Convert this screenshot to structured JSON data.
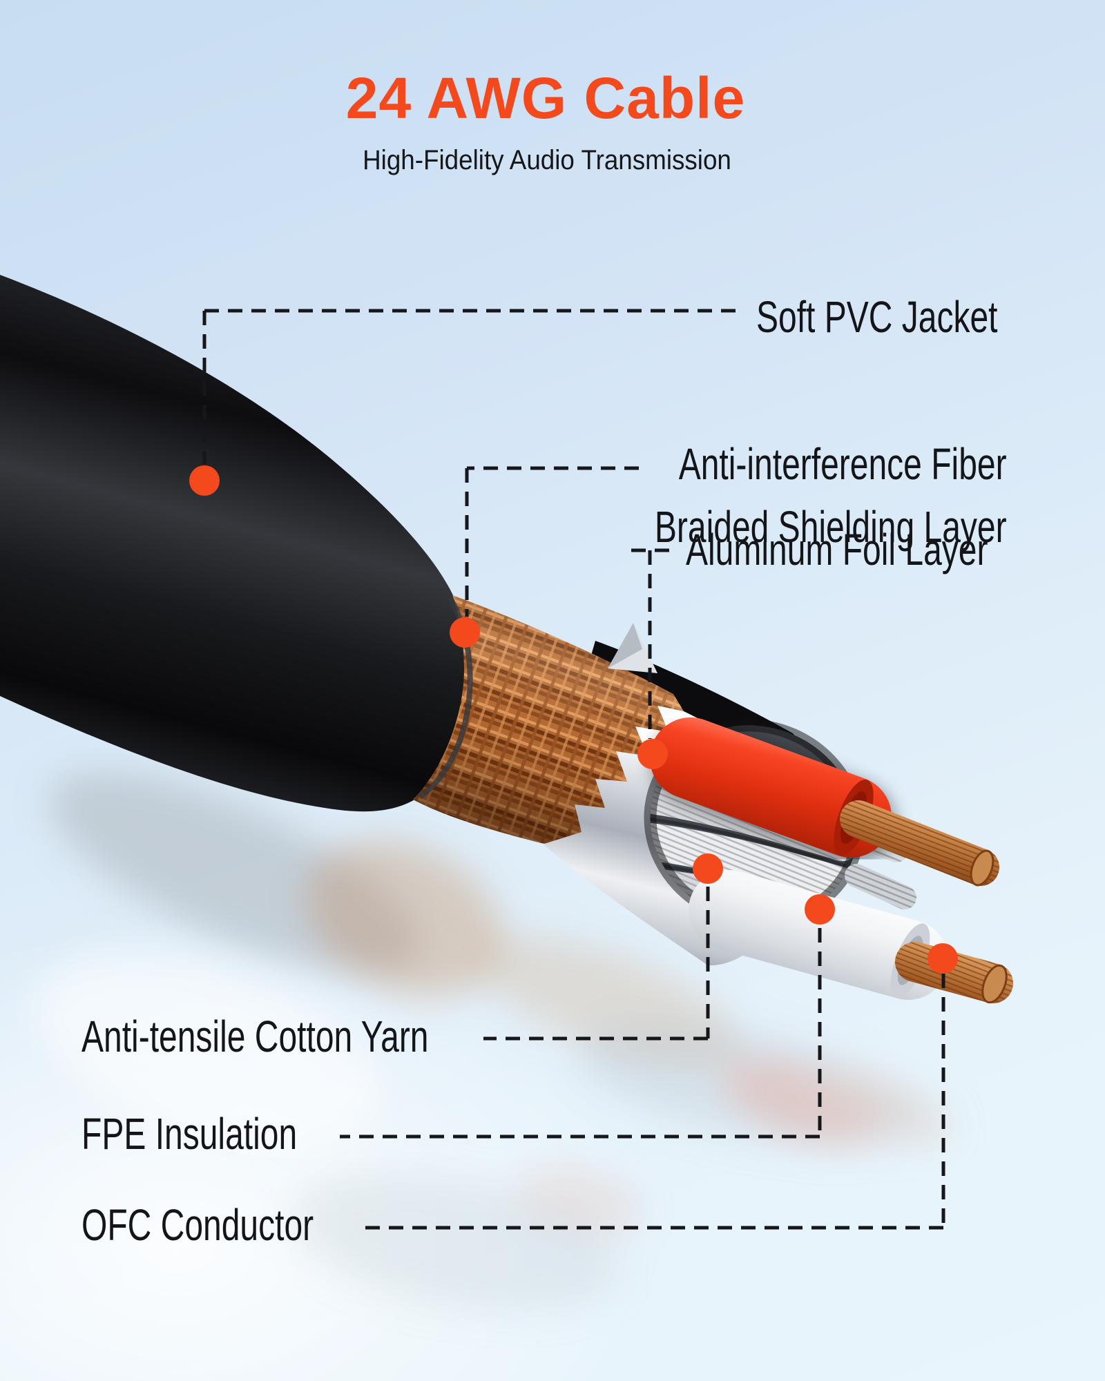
{
  "header": {
    "title": "24 AWG Cable",
    "subtitle": "High-Fidelity Audio Transmission"
  },
  "callouts": {
    "pvc": {
      "label": "Soft PVC Jacket"
    },
    "shield": {
      "label_line1": "Anti-interference Fiber",
      "label_line2": "Braided Shielding Layer"
    },
    "foil": {
      "label": "Aluminum Foil Layer"
    },
    "yarn": {
      "label": "Anti-tensile Cotton Yarn"
    },
    "fpe": {
      "label": "FPE Insulation"
    },
    "ofc": {
      "label": "OFC Conductor"
    }
  },
  "colors": {
    "accent": "#F4491D",
    "heading_text": "#15171A",
    "label_text": "#141519",
    "background_top": "#C8DDF1",
    "background_bottom": "#E9F5FC",
    "jacket_black": "#141518",
    "braid_copper": "#B96C34",
    "foil_silver": "#E9EBEF",
    "red_wire": "#E02F10",
    "copper_conductor": "#C98A50",
    "fpe_white": "#F3F4F6",
    "leader_line": "#16171A"
  }
}
